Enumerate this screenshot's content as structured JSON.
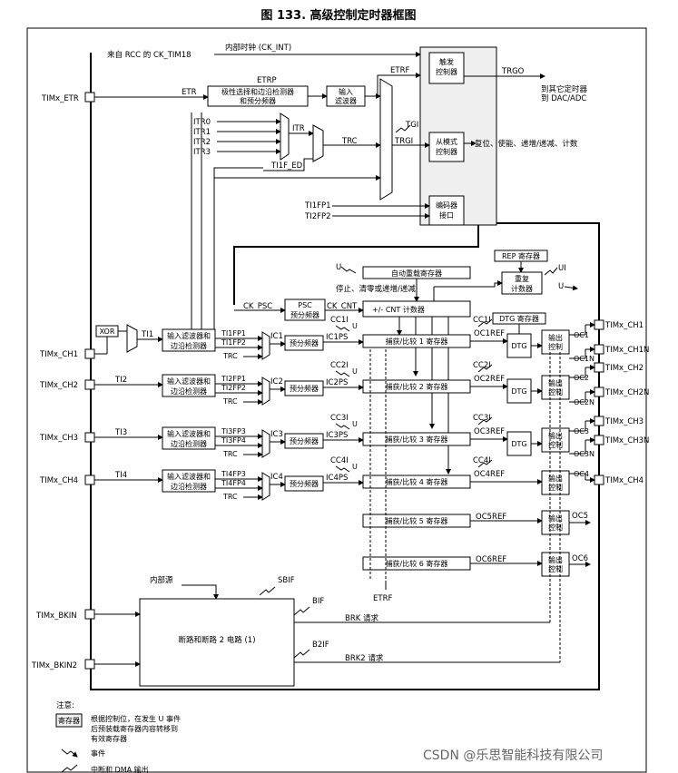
{
  "title": "图 133. 高级控制定时器框图",
  "watermark": "CSDN @乐思智能科技有限公司",
  "pins": {
    "etr": "TIMx_ETR",
    "ch1": "TIMx_CH1",
    "ch2": "TIMx_CH2",
    "ch3": "TIMx_CH3",
    "ch4": "TIMx_CH4",
    "bkin": "TIMx_BKIN",
    "bkin2": "TIMx_BKIN2",
    "out_ch1": "TIMx_CH1",
    "out_ch1n": "TIMx_CH1N",
    "out_ch2": "TIMx_CH2",
    "out_ch2n": "TIMx_CH2N",
    "out_ch3": "TIMx_CH3",
    "out_ch3n": "TIMx_CH3N",
    "out_ch4": "TIMx_CH4"
  },
  "labels": {
    "rcc_src": "来自 RCC 的 CK_TIM18",
    "int_clk": "内部时钟 (CK_INT)",
    "etrp": "ETRP",
    "etr": "ETR",
    "polarity_box": [
      "极性选择和边沿检测器",
      "和预分频器"
    ],
    "input_filter": [
      "输入",
      "滤波器"
    ],
    "etrf": "ETRF",
    "trigger_ctrl": [
      "触发",
      "控制器"
    ],
    "trgo": "TRGO",
    "to_other": [
      "到其它定时器",
      "到 DAC/ADC"
    ],
    "itr": [
      "ITR0",
      "ITR1",
      "ITR2",
      "ITR3"
    ],
    "itr_label": "ITR",
    "trc": "TRC",
    "tgi": "TGI",
    "trgi": "TRGI",
    "ti1f_ed": "TI1F_ED",
    "slave_ctrl": [
      "从模式",
      "控制器"
    ],
    "slave_out": "复位、使能、递增/递减、计数",
    "ti1fp1": "TI1FP1",
    "ti2fp2": "TI2FP2",
    "encoder": [
      "编码器",
      "接口"
    ],
    "rep_reg": "REP 寄存器",
    "rep_counter": [
      "重复",
      "计数器"
    ],
    "ui": "UI",
    "u": "U",
    "auto_reload": "自动重载寄存器",
    "stop_clear": "停止、清零或递增/递减",
    "ck_psc": "CK_PSC",
    "psc_box": [
      "PSC",
      "预分频器"
    ],
    "ck_cnt": "CK_CNT",
    "cnt_counter": "+/-      CNT 计数器",
    "dtg_reg": "DTG 寄存器",
    "xor": "XOR",
    "ti1": "TI1",
    "ti2": "TI2",
    "ti3": "TI3",
    "ti4": "TI4",
    "input_filter_edge": [
      "输入滤波器和",
      "边沿检测器"
    ],
    "ch1_fp": [
      "TI1FP1",
      "TI1FP2",
      "TRC"
    ],
    "ch2_fp": [
      "TI2FP1",
      "TI2FP2",
      "TRC"
    ],
    "ch3_fp": [
      "TI3FP3",
      "TI3FP4",
      "TRC"
    ],
    "ch4_fp": [
      "TI4FP3",
      "TI4FP4",
      "TRC"
    ],
    "ic": [
      "IC1",
      "IC2",
      "IC3",
      "IC4"
    ],
    "prescaler": "预分频器",
    "icps": [
      "IC1PS",
      "IC2PS",
      "IC3PS",
      "IC4PS"
    ],
    "cci": [
      "CC1I",
      "CC2I",
      "CC3I",
      "CC4I"
    ],
    "cc_regs": [
      "捕获/比较 1 寄存器",
      "捕获/比较 2 寄存器",
      "捕获/比较 3 寄存器",
      "捕获/比较 4 寄存器",
      "捕获/比较 5 寄存器",
      "捕获/比较 6 寄存器"
    ],
    "ocref": [
      "OC1REF",
      "OC2REF",
      "OC3REF",
      "OC4REF",
      "OC5REF",
      "OC6REF"
    ],
    "dtg": "DTG",
    "out_ctrl": [
      "输出",
      "控制"
    ],
    "oc": [
      "OC1",
      "OC1N",
      "OC2",
      "OC2N",
      "OC3",
      "OC3N",
      "OC4",
      "OC5",
      "OC6"
    ],
    "internal_src": "内部源",
    "sbif": "SBIF",
    "bif": "BIF",
    "b2if": "B2IF",
    "break_circuit": "断路和断路 2 电路 (1)",
    "brk_req": "BRK 请求",
    "brk2_req": "BRK2 请求",
    "etrf_bottom": "ETRF"
  },
  "legend": {
    "title": "注意:",
    "reg_box": "寄存器",
    "reg_desc": [
      "根据控制位，在发生 U 事件",
      "后预装载寄存器内容转移到",
      "有效寄存器"
    ],
    "event": "事件",
    "irq": "中断和 DMA 输出"
  }
}
